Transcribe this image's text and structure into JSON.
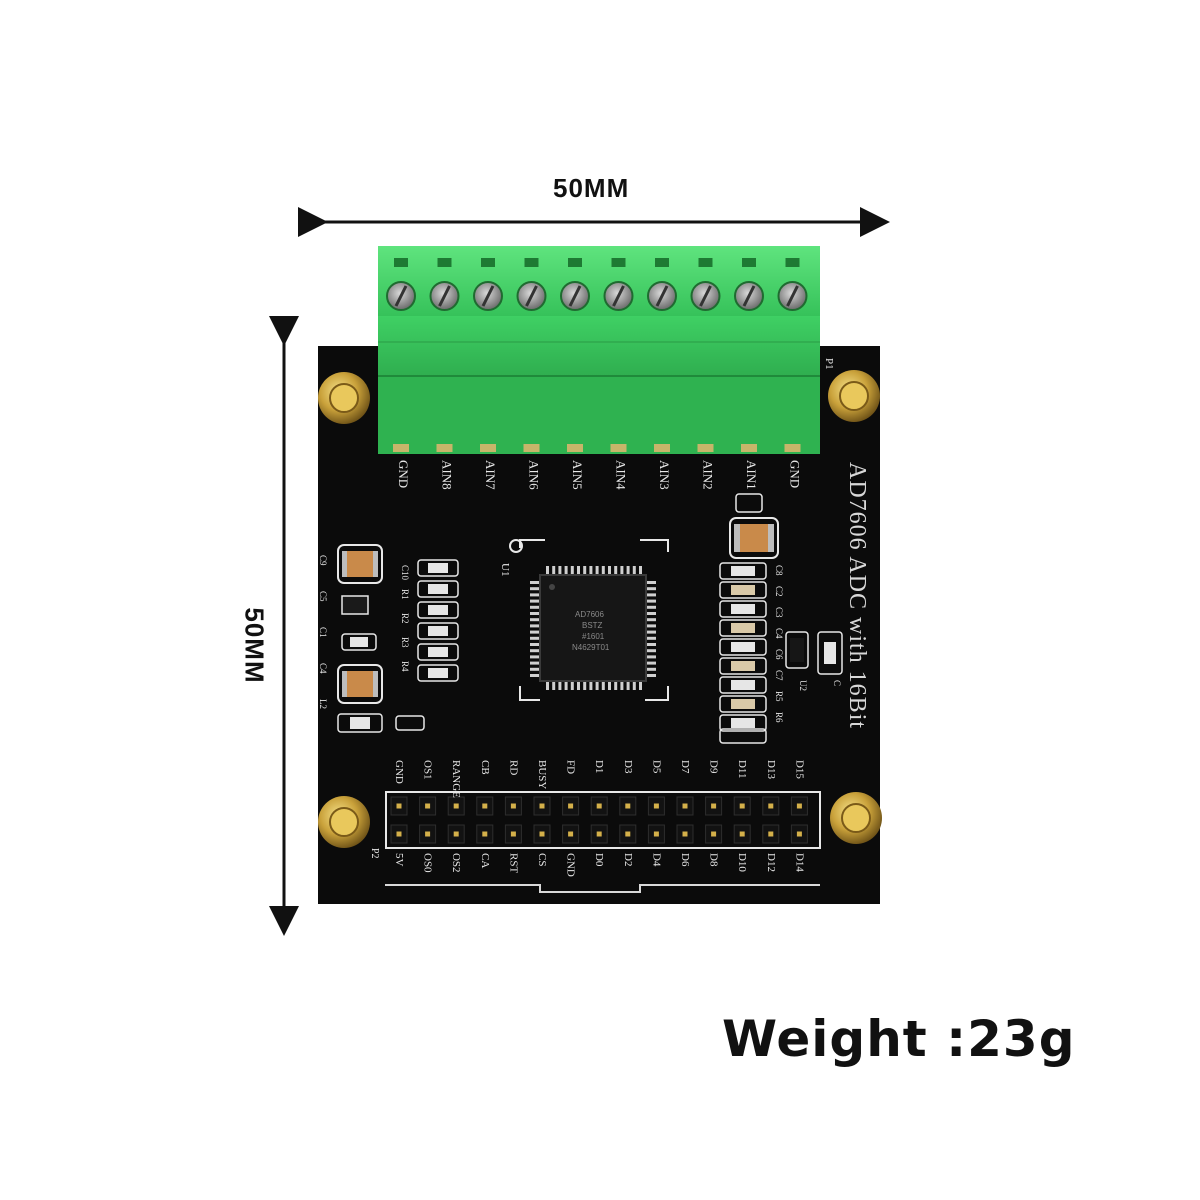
{
  "dimensions": {
    "width": "50MM",
    "height": "50MM"
  },
  "weight": "Weight :23g",
  "board": {
    "title": "AD7606 ADC with 16Bit",
    "chip": [
      "AD7606",
      "BSTZ",
      "#1601",
      "N4629T01"
    ],
    "u1": "U1",
    "p1": "P1",
    "p2": "P2",
    "analog_pins": [
      "GND",
      "AIN8",
      "AIN7",
      "AIN6",
      "AIN5",
      "AIN4",
      "AIN3",
      "AIN2",
      "AIN1",
      "GND"
    ],
    "header_top": [
      "GND",
      "OS1",
      "RANGE",
      "CB",
      "RD",
      "BUSY",
      "FD",
      "D1",
      "D3",
      "D5",
      "D7",
      "D9",
      "D11",
      "D13",
      "D15"
    ],
    "header_bottom": [
      "5V",
      "OS0",
      "OS2",
      "CA",
      "RST",
      "CS",
      "GND",
      "D0",
      "D2",
      "D4",
      "D6",
      "D8",
      "D10",
      "D12",
      "D14"
    ],
    "left_refs": [
      "C10",
      "R1",
      "R2",
      "R3",
      "R4",
      "C9",
      "C5",
      "C1",
      "C4",
      "L2"
    ],
    "right_refs": [
      "C8",
      "C2",
      "C3",
      "C4",
      "C6",
      "C7",
      "R5",
      "R6",
      "U2",
      "C"
    ]
  },
  "colors": {
    "board": "#0b0b0b",
    "terminal": "#4ddc6c",
    "silk": "#e8e8e8",
    "brass": "#c9a13a"
  }
}
